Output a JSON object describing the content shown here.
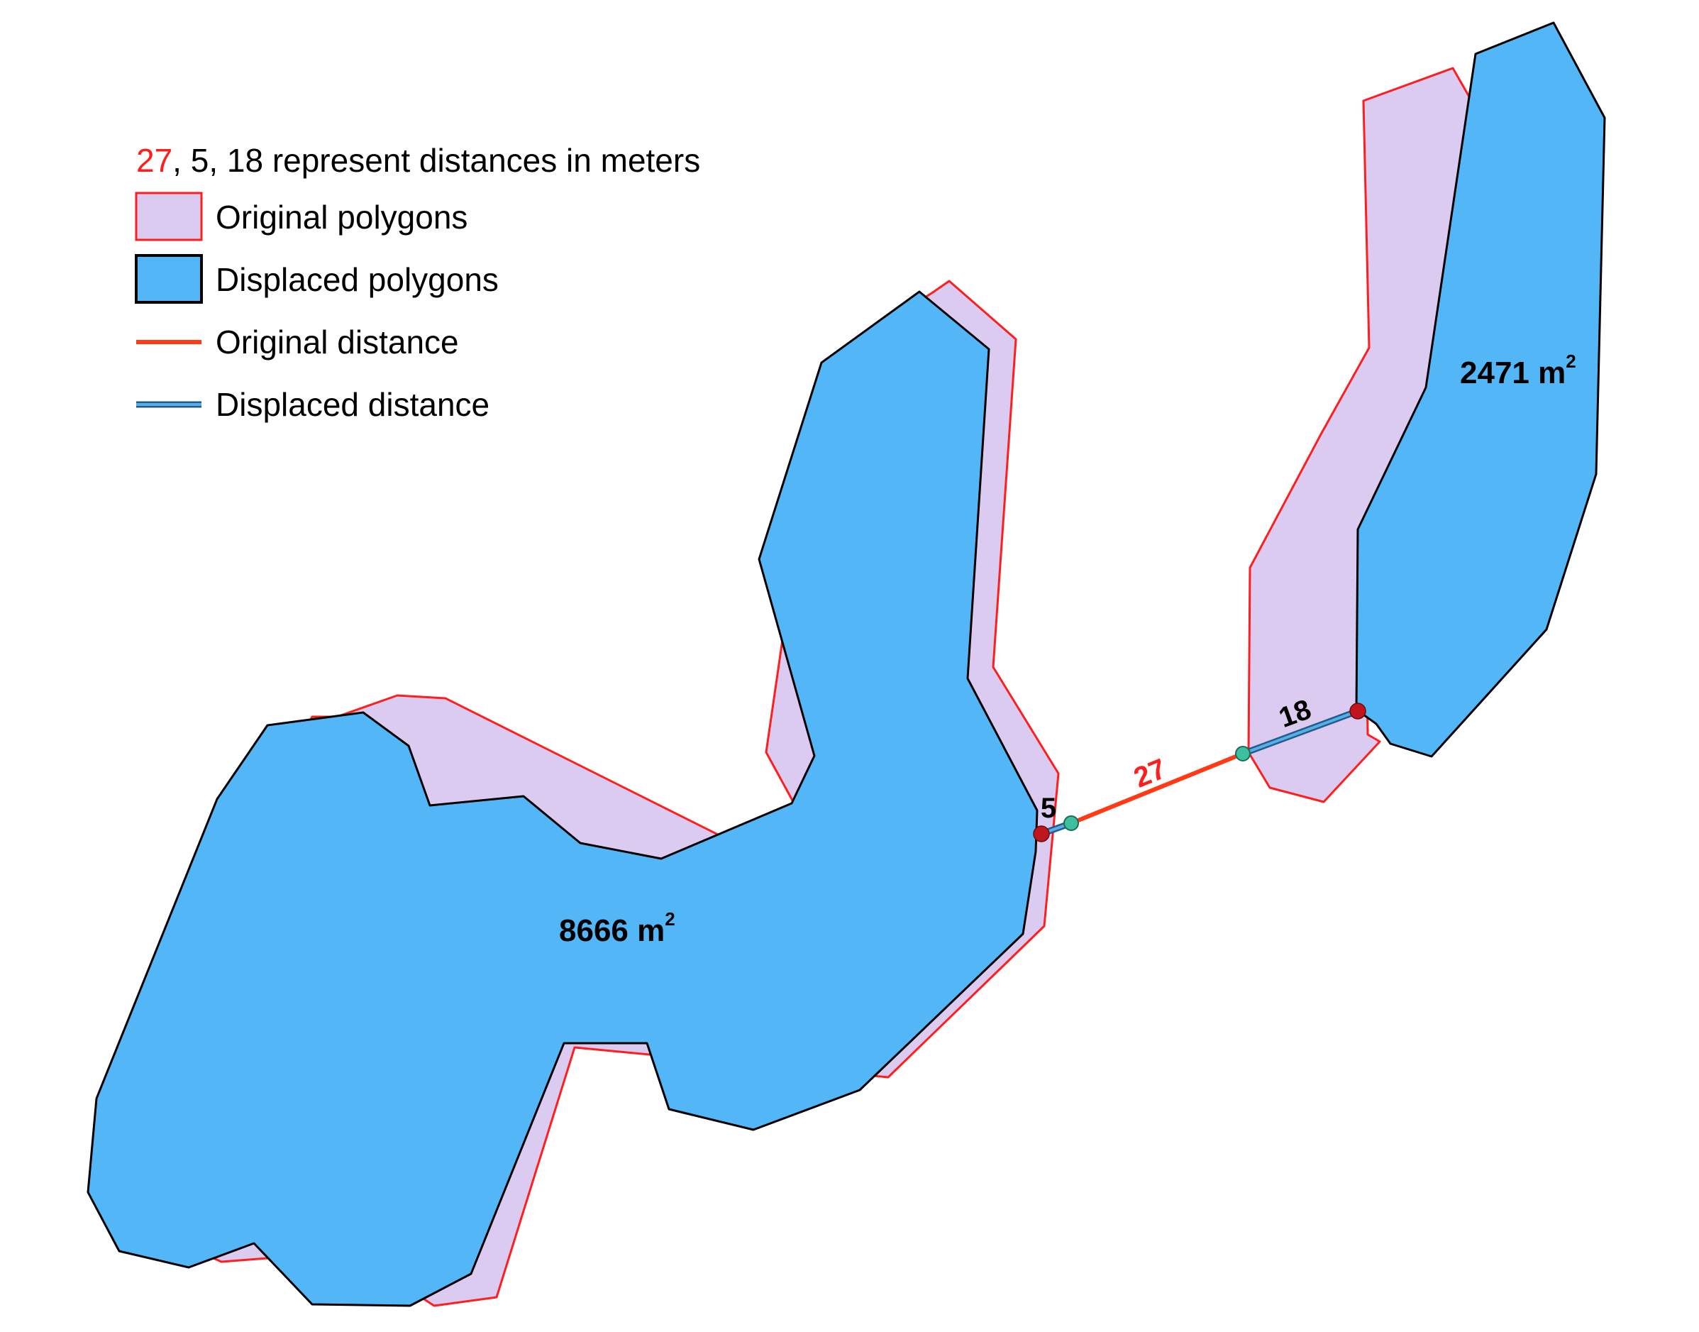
{
  "legend": {
    "note_highlight": "27",
    "note_rest": ", 5, 18 represent distances in meters",
    "items": [
      {
        "label": "Original polygons"
      },
      {
        "label": "Displaced polygons"
      },
      {
        "label": "Original distance"
      },
      {
        "label": "Displaced distance"
      }
    ]
  },
  "labels": {
    "big_area_value": "8666 m",
    "big_area_sup": "2",
    "small_area_value": "2471 m",
    "small_area_sup": "2",
    "dist_original": "27",
    "dist_displaced_left": "5",
    "dist_displaced_right": "18"
  },
  "colors": {
    "original_fill": "#dccbf1",
    "original_stroke": "#ff1e1e",
    "displaced_fill": "#53b6f7",
    "displaced_stroke": "#000000",
    "original_distance": "#ff3a14",
    "displaced_distance": "#5aaee8",
    "endpoint_red": "#c0141e",
    "endpoint_teal": "#3cc0a0",
    "highlight_text": "#ff1e1e"
  }
}
